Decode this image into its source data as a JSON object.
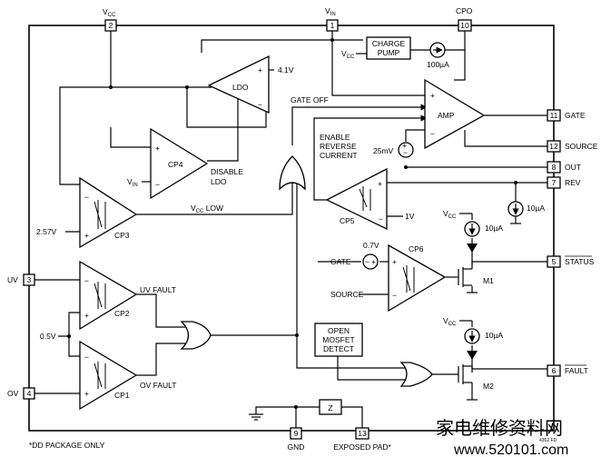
{
  "header_pins": {
    "vcc": {
      "num": "2",
      "name": "V",
      "sub": "CC"
    },
    "vin": {
      "num": "1",
      "name": "V",
      "sub": "IN"
    },
    "cpo": {
      "num": "10",
      "name": "CPO"
    }
  },
  "right_pins": [
    {
      "num": "11",
      "name": "GATE"
    },
    {
      "num": "12",
      "name": "SOURCE"
    },
    {
      "num": "8",
      "name": "OUT"
    },
    {
      "num": "7",
      "name": "REV"
    },
    {
      "num": "5",
      "name": "STATUS"
    },
    {
      "num": "6",
      "name": "FAULT"
    }
  ],
  "left_pins": [
    {
      "num": "3",
      "name": "UV"
    },
    {
      "num": "4",
      "name": "OV"
    }
  ],
  "bottom_pins": [
    {
      "num": "9",
      "name": "GND"
    },
    {
      "num": "13",
      "name": "EXPOSED PAD*"
    }
  ],
  "blocks": {
    "charge_pump": [
      "CHARGE",
      "PUMP"
    ],
    "charge_pump_vcc": {
      "name": "V",
      "sub": "CC"
    },
    "current_100ua": "100µA",
    "ldo": "LDO",
    "ldo_ref": "4.1V",
    "amp": "AMP",
    "cp4": "CP4",
    "cp4_vin": {
      "name": "V",
      "sub": "IN"
    },
    "disable_ldo": [
      "DISABLE",
      "LDO"
    ],
    "gate_off": "GATE OFF",
    "enable_reverse": [
      "ENABLE",
      "REVERSE",
      "CURRENT"
    ],
    "offset_25mv": "25mV",
    "cp3": "CP3",
    "cp3_ref": "2.57V",
    "vcc_low": {
      "name": "V",
      "sub": "CC",
      "suffix": " LOW"
    },
    "cp5": "CP5",
    "cp5_ref": "1V",
    "rev_current": "10µA",
    "cp6": "CP6",
    "cp6_offset": "0.7V",
    "cp6_gate": "GATE",
    "cp6_source": "SOURCE",
    "status_vcc": {
      "name": "V",
      "sub": "CC"
    },
    "status_current": "10µA",
    "m1": "M1",
    "cp2": "CP2",
    "uv_fault": "UV FAULT",
    "ref_05v": "0.5V",
    "cp1": "CP1",
    "ov_fault": "OV FAULT",
    "open_mosfet": [
      "OPEN",
      "MOSFET",
      "DETECT"
    ],
    "fault_vcc": {
      "name": "V",
      "sub": "CC"
    },
    "fault_current": "10µA",
    "m2": "M2",
    "z": "Z"
  },
  "footnote": "*DD PACKAGE ONLY",
  "figure_code": "4352 FD",
  "watermark": {
    "line1": "家电维修资料网",
    "line2": "www.520101.com"
  }
}
